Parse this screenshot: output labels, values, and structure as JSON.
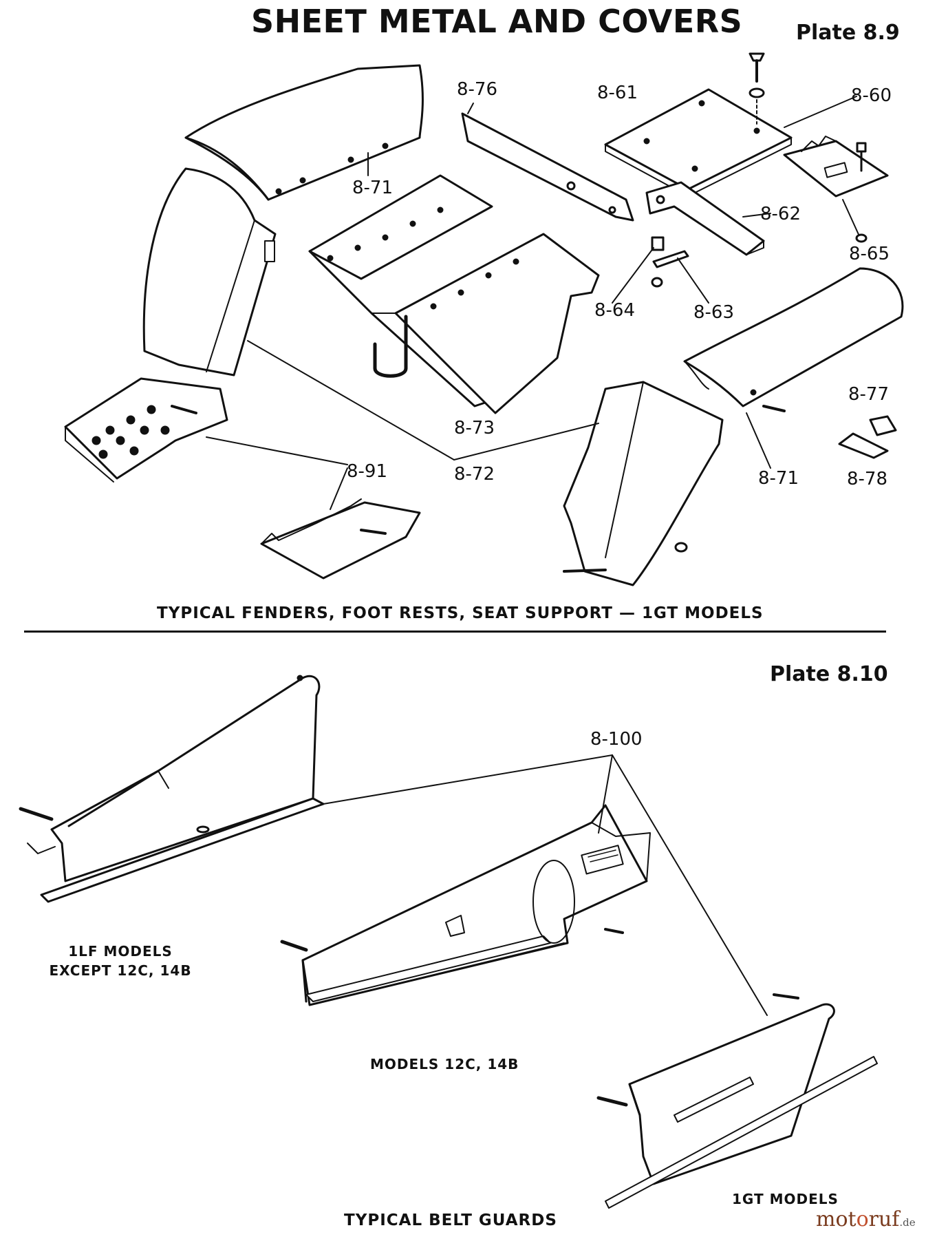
{
  "header": {
    "title": "SHEET METAL AND COVERS",
    "plate_top": "Plate 8.9",
    "plate_bottom": "Plate 8.10"
  },
  "top_section": {
    "caption": "TYPICAL FENDERS, FOOT RESTS, SEAT SUPPORT — 1GT MODELS",
    "part_labels": [
      "8-76",
      "8-61",
      "8-60",
      "8-71",
      "8-62",
      "8-65",
      "8-64",
      "8-63",
      "8-73",
      "8-77",
      "8-91",
      "8-72",
      "8-71",
      "8-78"
    ]
  },
  "bottom_section": {
    "caption": "TYPICAL BELT GUARDS",
    "part_label": "8-100",
    "model_labels": {
      "lf_line1": "1LF MODELS",
      "lf_line2": "EXCEPT 12C, 14B",
      "models_12c": "MODELS 12C, 14B",
      "gt": "1GT MODELS"
    }
  },
  "watermark": {
    "brand_a": "mot",
    "brand_o": "o",
    "brand_b": "ruf",
    "suffix": ".de"
  }
}
